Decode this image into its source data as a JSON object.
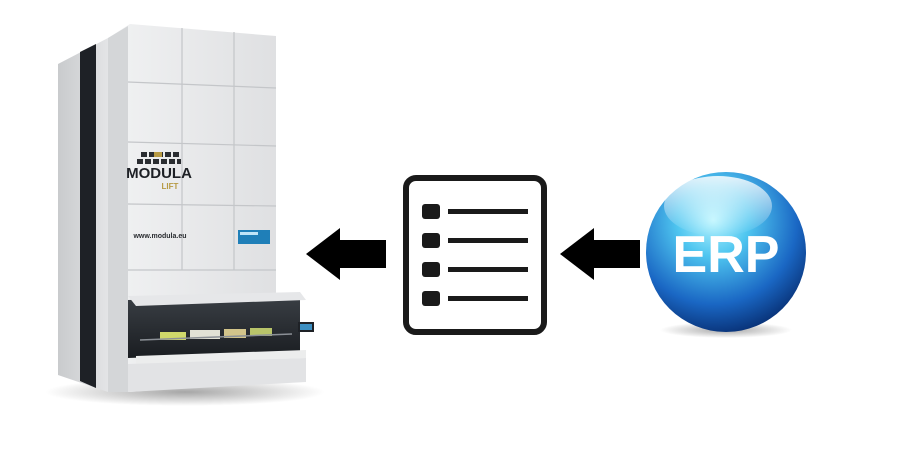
{
  "machine": {
    "brand": "MODULA",
    "model": "LIFT",
    "website": "www.modula.eu"
  },
  "erp": {
    "label": "ERP"
  },
  "colors": {
    "machine_body": "#e8e9ea",
    "machine_dark": "#1e2126",
    "logo_gold": "#b79a43",
    "panel_blue": "#1f7fb8",
    "arrow": "#000000",
    "list_stroke": "#1a1a1a",
    "erp_sphere_light": "#7fe3ff",
    "erp_sphere_dark": "#083a8c",
    "erp_text": "#ffffff"
  },
  "flow": [
    "erp-sphere",
    "arrow-right",
    "order-list-icon",
    "arrow-left",
    "modula-lift-machine"
  ]
}
